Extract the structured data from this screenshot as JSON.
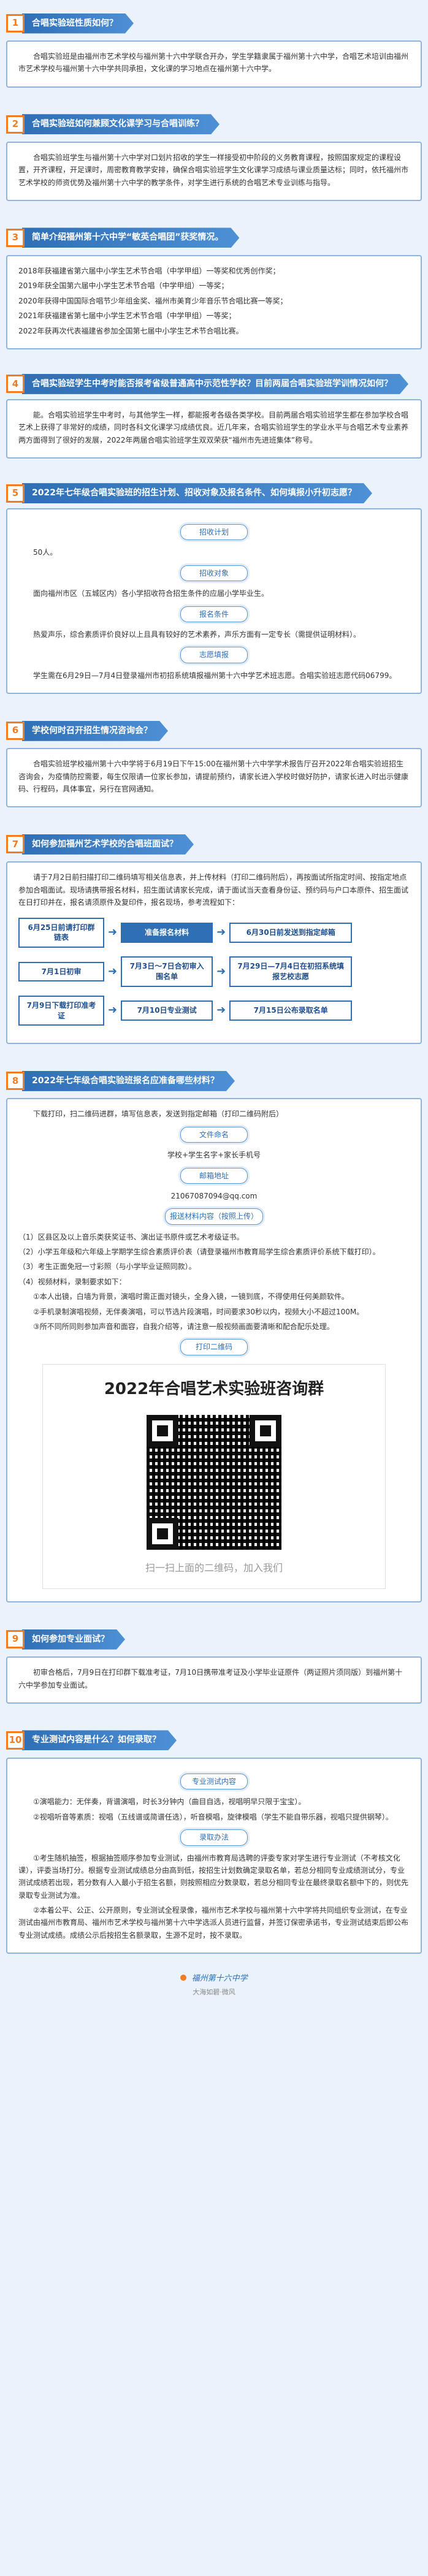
{
  "sections": [
    {
      "num": "1",
      "title": "合唱实验班性质如何？",
      "paras": [
        "合唱实验班是由福州市艺术学校与福州第十六中学联合开办，学生学籍隶属于福州第十六中学，合唱艺术培训由福州市艺术学校与福州第十六中学共同承担，文化课的学习地点在福州第十六中学。"
      ]
    },
    {
      "num": "2",
      "title": "合唱实验班如何兼顾文化课学习与合唱训练？",
      "paras": [
        "合唱实验班学生与福州第十六中学对口划片招收的学生一样接受初中阶段的义务教育课程，按照国家规定的课程设置，开齐课程，开足课时，周密教育教学安排，确保合唱实验班学生文化课学习成绩与课业质量达标；同时，依托福州市艺术学校的师资优势及福州第十六中学的教学条件，对学生进行系统的合唱艺术专业训练与指导。"
      ]
    },
    {
      "num": "3",
      "title": "简单介绍福州第十六中学“敏英合唱团”获奖情况。",
      "paras": [
        "2018年获福建省第六届中小学生艺术节合唱（中学甲组）一等奖和优秀创作奖；",
        "2019年获全国第六届中小学生艺术节合唱（中学甲组）一等奖；",
        "2020年获得中国国际合唱节少年组金奖、福州市美育少年音乐节合唱比赛一等奖；",
        "2021年获福建省第七届中小学生艺术节合唱（中学甲组）一等奖；",
        "2022年获再次代表福建省参加全国第七届中小学生艺术节合唱比赛。"
      ]
    },
    {
      "num": "4",
      "title": "合唱实验班学生中考时能否报考省级普通高中示范性学校？目前两届合唱实验班学训情况如何？",
      "paras": [
        "能。合唱实验班学生中考时，与其他学生一样，都能报考各级各类学校。目前两届合唱实验班学生都在参加学校合唱艺术上获得了非常好的成绩，同时各科文化课学习成绩优良。近几年来，合唱实验班学生的学业水平与合唱艺术专业素养两方面得到了很好的发展，2022年两届合唱实验班学生双双荣获“福州市先进班集体”称号。"
      ]
    },
    {
      "num": "5",
      "title": "2022年七年级合唱实验班的招生计划、招收对象及报名条件、如何填报小升初志愿？",
      "blocks": [
        {
          "tag": "招收计划",
          "text": "50人。"
        },
        {
          "tag": "招收对象",
          "text": "面向福州市区（五城区内）各小学招收符合招生条件的应届小学毕业生。"
        },
        {
          "tag": "报名条件",
          "text": "热爱声乐，综合素质评价良好以上且具有较好的艺术素养，声乐方面有一定专长（需提供证明材料）。"
        },
        {
          "tag": "志愿填报",
          "text": "学生需在6月29日—7月4日登录福州市初招系统填报福州第十六中学艺术班志愿。合唱实验班志愿代码06799。"
        }
      ]
    },
    {
      "num": "6",
      "title": "学校何时召开招生情况咨询会？",
      "paras": [
        "合唱实验班学校福州第十六中学将于6月19日下午15:00在福州第十六中学学术报告厅召开2022年合唱实验班招生咨询会，为疫情防控需要，每生仅限请一位家长参加，请提前预约，请家长进入学校时做好防护，请家长进入时出示健康码、行程码，具体事宜，另行在官网通知。"
      ]
    },
    {
      "num": "7",
      "title": "如何参加福州艺术学校的合唱班面试？",
      "paras": [
        "请于7月2日前扫描打印二维码填写相关信息表，并上传材料（打印二维码附后），再按面试所指定时间、按指定地点参加合唱面试。现场请携带报名材料，招生面试请家长完成，请于面试当天查看身份证、预约码与户口本原件、招生面试在日打印并在，报名请须原件及复印件，报名现场，参考流程如下："
      ],
      "flow": {
        "row1": [
          "6月25日前请打印群链表",
          "准备报名材料",
          "6月30日前发送到指定邮箱"
        ],
        "row2": [
          "7月1日初审",
          "7月3日～7日合初审入围名单",
          "7月29日—7月4日在初招系统填报艺校志愿"
        ],
        "row3": [
          "7月9日下载打印准考证",
          "7月10日专业测试",
          "7月15日公布录取名单"
        ]
      }
    },
    {
      "num": "8",
      "title": "2022年七年级合唱实验班报名应准备哪些材料？",
      "paras_top": [
        "下载打印，扫二维码进群，填写信息表，发送到指定邮箱（打印二维码附后）"
      ],
      "tag1": "文件命名",
      "line1": "学校+学生名字+家长手机号",
      "tag2": "邮箱地址",
      "email": "21067087094@qq.com",
      "tag3": "报送材料内容（按照上传）",
      "items": [
        "（1）区县区及以上音乐类获奖证书、演出证书原件或艺术考级证书。",
        "（2）小学五年级和六年级上学期学生综合素质评价表（请登录福州市教育局学生综合素质评价系统下载打印）。",
        "（3）考生正面免冠一寸彩照（与小学毕业证照同款）。",
        "（4）视频材料，录制要求如下："
      ],
      "items2": [
        "①本人出镜，白墙为背景，演唱时需正面对镜头，全身入镜，一镜到底，不得使用任何美颜软件。",
        "②手机录制演唱视频，无伴奏演唱，可以节选片段演唱，时间要求30秒以内，视频大小不超过100M。",
        "③所不同所同则参加声音和面容，自我介绍等，请注意一般视频画面要清晰和配合配乐处理。"
      ],
      "tag4": "打印二维码",
      "qr_title": "2022年合唱艺术实验班咨询群",
      "qr_caption": "扫一扫上面的二维码，加入我们"
    },
    {
      "num": "9",
      "title": "如何参加专业面试？",
      "paras": [
        "初审合格后，7月9日在打印群下载准考证，7月10日携带准考证及小学毕业证原件（两证照片须同版）到福州第十六中学参加专业面试。"
      ]
    },
    {
      "num": "10",
      "title": "专业测试内容是什么？如何录取？",
      "tagA": "专业测试内容",
      "testA": [
        "①演唱能力：无伴奏，背谱演唱，时长3分钟内（曲目自选，视唱明早只限于宝宝）。",
        "②视唱听音等素质：视唱（五线谱或简谱任选），听音模唱，旋律模唱（学生不能自带乐器，视唱只提供钢琴）。"
      ],
      "tagB": "录取办法",
      "testB": [
        "①考生随机抽签，根据抽签顺序参加专业测试，由福州市教育局选聘的评委专家对学生进行专业测试（不考核文化课），评委当场打分。根据专业测试成绩总分由高到低，按招生计划数确定录取名单，若总分相同专业成绩测试分，专业测试成绩若出现，若分数有人入最小于招生名额，则按照相应分数录取，若总分相同专业在最终录取名额中下的，则优先录取专业测试为准。",
        "②本着公平、公正、公开原则，专业测试全程录像，福州市艺术学校与福州第十六中学将共同组织专业测试，在专业测试由福州市教育局、福州市艺术学校与福州第十六中学选派人员进行监督，并签订保密承诺书，专业测试结束后即公布专业测试成绩。成绩公示后按招生名额录取，生源不足时，按不录取。"
      ]
    }
  ],
  "footer": {
    "school": "福州第十六中学",
    "sub": "大海如碧·微风"
  }
}
